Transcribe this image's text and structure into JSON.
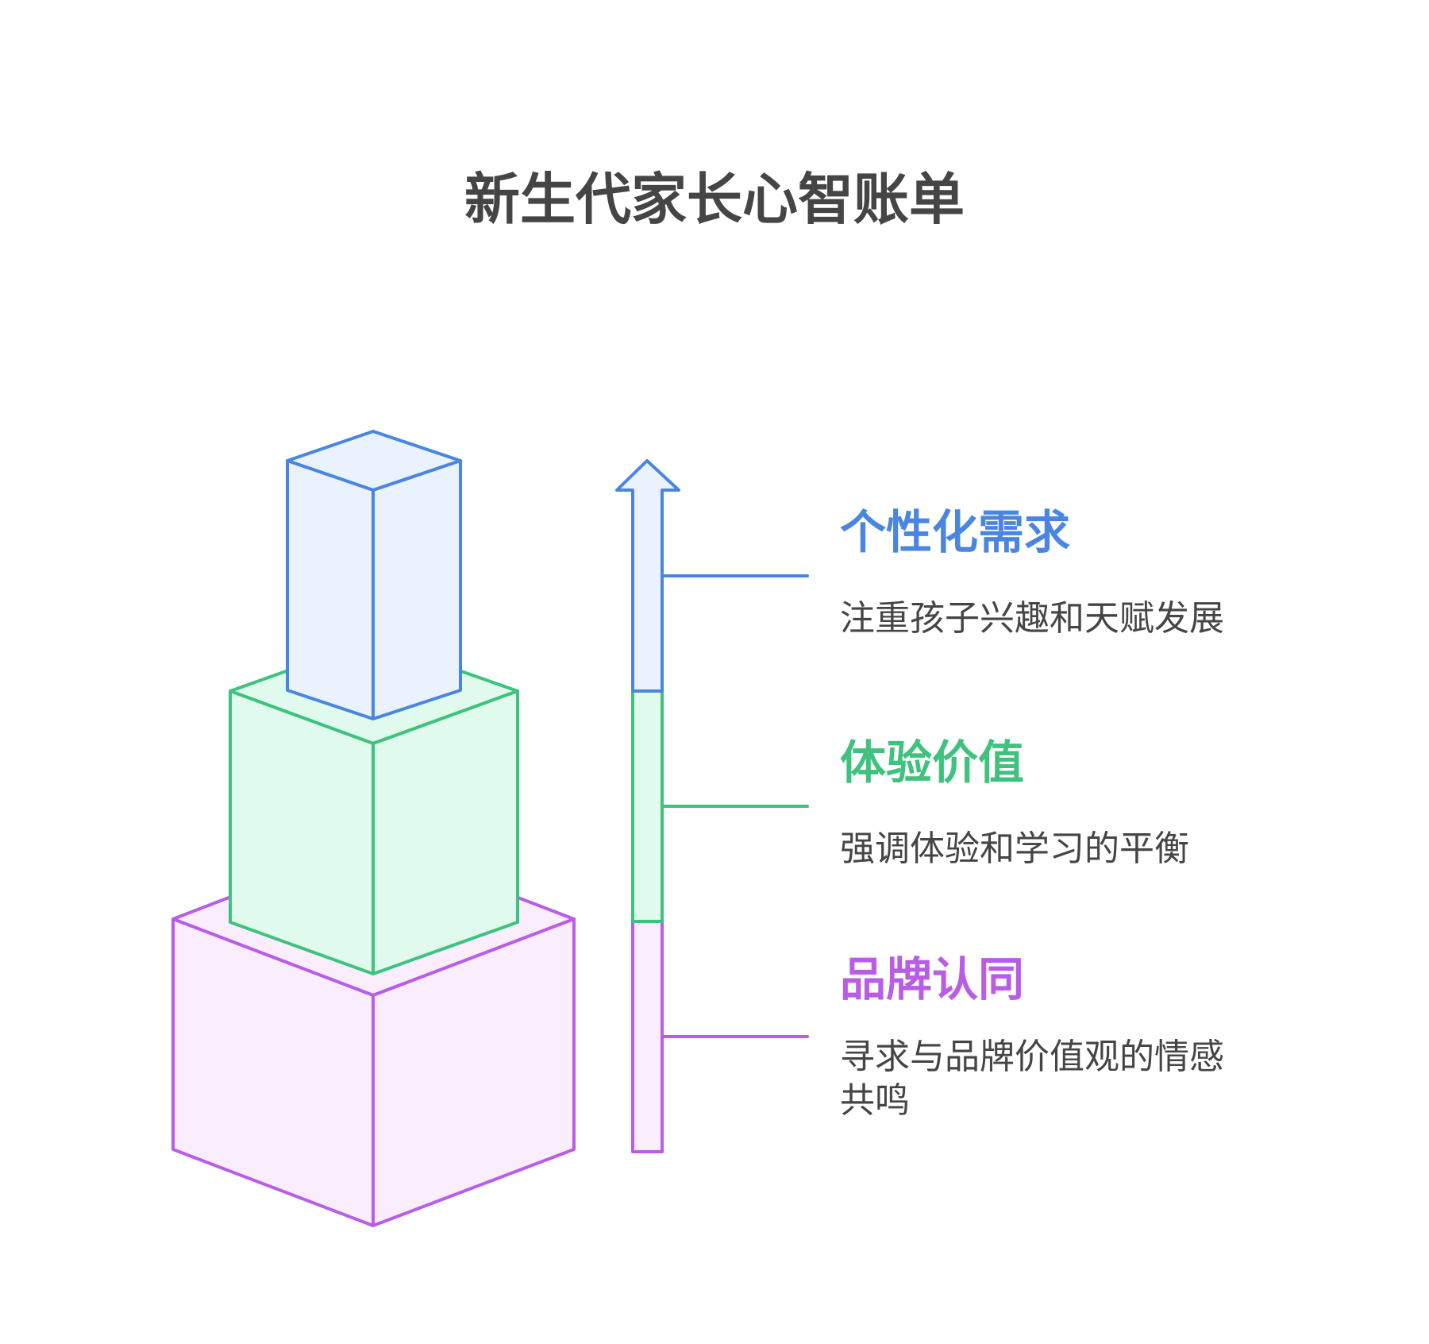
{
  "title": "新生代家长心智账单",
  "colors": {
    "blue": "#4A86E0",
    "blue_fill": "#EAF2FE",
    "green": "#3EC27D",
    "green_fill": "#E0FBEE",
    "purple": "#B95CE6",
    "purple_fill": "#FAEEFE",
    "text": "#454545"
  },
  "levels": [
    {
      "key": "top",
      "heading": "个性化需求",
      "description_lines": [
        "注重孩子兴趣和天赋发展"
      ],
      "color_name": "blue"
    },
    {
      "key": "middle",
      "heading": "体验价值",
      "description_lines": [
        "强调体验和学习的平衡"
      ],
      "color_name": "green"
    },
    {
      "key": "bottom",
      "heading": "品牌认同",
      "description_lines": [
        "寻求与品牌价值观的情感",
        "共鸣"
      ],
      "color_name": "purple"
    }
  ]
}
